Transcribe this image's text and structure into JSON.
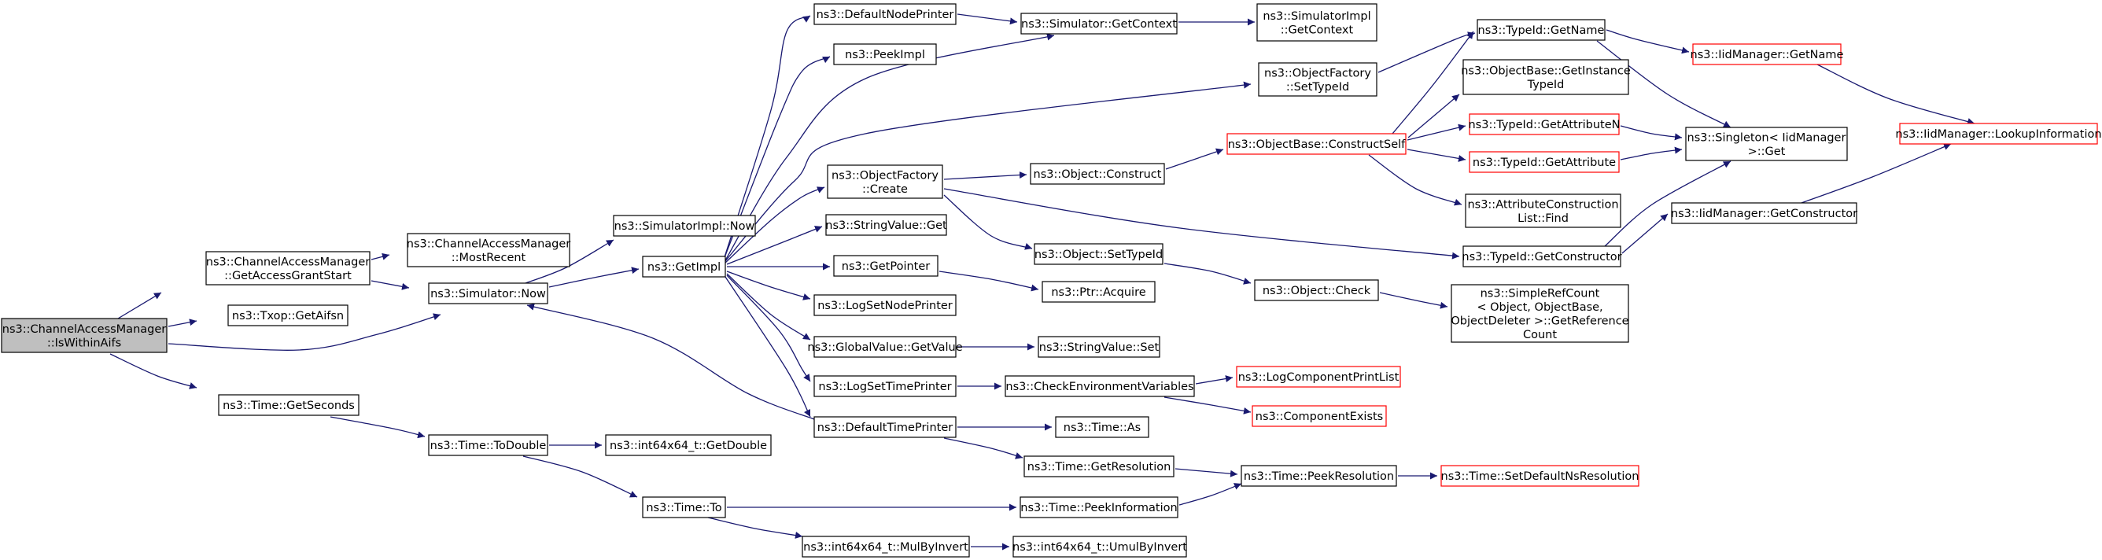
{
  "nodes": {
    "isWithinAifs": [
      "ns3::ChannelAccessManager",
      "::IsWithinAifs"
    ],
    "getAccessGrantStart": [
      "ns3::ChannelAccessManager",
      "::GetAccessGrantStart"
    ],
    "getAifsn": [
      "ns3::Txop::GetAifsn"
    ],
    "simNow": [
      "ns3::Simulator::Now"
    ],
    "getSeconds": [
      "ns3::Time::GetSeconds"
    ],
    "mostRecent": [
      "ns3::ChannelAccessManager",
      "::MostRecent"
    ],
    "implNow": [
      "ns3::SimulatorImpl::Now"
    ],
    "getImpl": [
      "ns3::GetImpl"
    ],
    "toDouble": [
      "ns3::Time::ToDouble"
    ],
    "getDouble": [
      "ns3::int64x64_t::GetDouble"
    ],
    "timeTo": [
      "ns3::Time::To"
    ],
    "defaultNodePrinter": [
      "ns3::DefaultNodePrinter"
    ],
    "peekImpl": [
      "ns3::PeekImpl"
    ],
    "ofCreate": [
      "ns3::ObjectFactory",
      "::Create"
    ],
    "stringValueGet": [
      "ns3::StringValue::Get"
    ],
    "getPointer": [
      "ns3::GetPointer"
    ],
    "logSetNodePrinter": [
      "ns3::LogSetNodePrinter"
    ],
    "globalValueGetValue": [
      "ns3::GlobalValue::GetValue"
    ],
    "logSetTimePrinter": [
      "ns3::LogSetTimePrinter"
    ],
    "defaultTimePrinter": [
      "ns3::DefaultTimePrinter"
    ],
    "mulByInvert": [
      "ns3::int64x64_t::MulByInvert"
    ],
    "simGetContext": [
      "ns3::Simulator::GetContext"
    ],
    "objConstruct": [
      "ns3::Object::Construct"
    ],
    "objSetTypeId": [
      "ns3::Object::SetTypeId"
    ],
    "ptrAcquire": [
      "ns3::Ptr::Acquire"
    ],
    "stringValueSet": [
      "ns3::StringValue::Set"
    ],
    "checkEnv": [
      "ns3::CheckEnvironmentVariables"
    ],
    "timeAs": [
      "ns3::Time::As"
    ],
    "getResolution": [
      "ns3::Time::GetResolution"
    ],
    "peekInformation": [
      "ns3::Time::PeekInformation"
    ],
    "umulByInvert": [
      "ns3::int64x64_t::UmulByInvert"
    ],
    "implGetContext": [
      "ns3::SimulatorImpl",
      "::GetContext"
    ],
    "ofSetTypeId": [
      "ns3::ObjectFactory",
      "::SetTypeId"
    ],
    "constructSelf": [
      "ns3::ObjectBase::ConstructSelf"
    ],
    "objCheck": [
      "ns3::Object::Check"
    ],
    "logComponentPrintList": [
      "ns3::LogComponentPrintList"
    ],
    "componentExists": [
      "ns3::ComponentExists"
    ],
    "peekResolution": [
      "ns3::Time::PeekResolution"
    ],
    "typeIdGetName": [
      "ns3::TypeId::GetName"
    ],
    "getInstanceTypeId": [
      "ns3::ObjectBase::GetInstance",
      "TypeId"
    ],
    "getAttributeN": [
      "ns3::TypeId::GetAttributeN"
    ],
    "getAttribute": [
      "ns3::TypeId::GetAttribute"
    ],
    "acListFind": [
      "ns3::AttributeConstruction",
      "List::Find"
    ],
    "getConstructor": [
      "ns3::TypeId::GetConstructor"
    ],
    "simpleRefCount": [
      "ns3::SimpleRefCount",
      "< Object, ObjectBase,",
      "ObjectDeleter >::GetReference",
      "Count"
    ],
    "setDefaultNsResolution": [
      "ns3::Time::SetDefaultNsResolution"
    ],
    "iidGetName": [
      "ns3::IidManager::GetName"
    ],
    "singletonGet": [
      "ns3::Singleton< IidManager",
      ">::Get"
    ],
    "iidGetConstructor": [
      "ns3::IidManager::GetConstructor"
    ],
    "lookupInformation": [
      "ns3::IidManager::LookupInformation"
    ]
  },
  "colors": {
    "edge": "#191970",
    "nodeBorder": "#000000",
    "truncatedBorder": "#ff0000",
    "rootFill": "#bfbfbf",
    "nodeFill": "#ffffff"
  }
}
